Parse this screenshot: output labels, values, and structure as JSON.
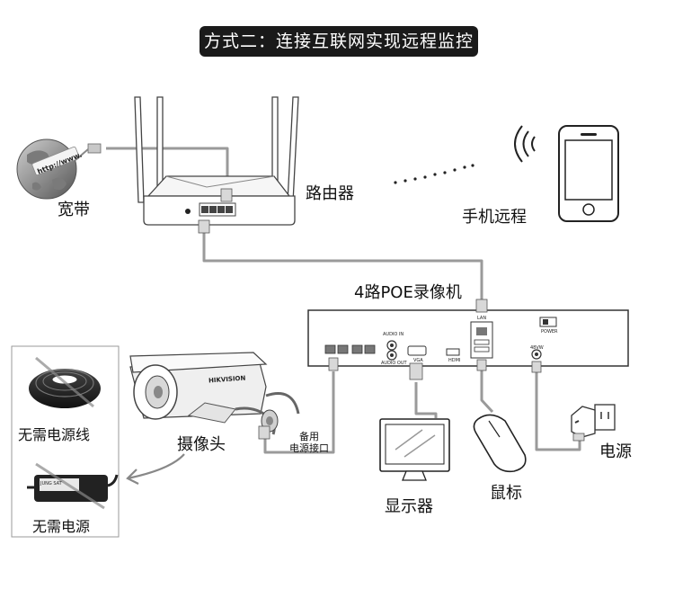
{
  "title": "方式二：连接互联网实现远程监控",
  "labels": {
    "broadband": "宽带",
    "router": "路由器",
    "mobile_remote": "手机远程",
    "nvr": "4路POE录像机",
    "no_power_cable": "无需电源线",
    "camera": "摄像头",
    "no_power_supply": "无需电源",
    "backup_line1": "备用",
    "backup_line2": "电源接口",
    "monitor": "显示器",
    "mouse": "鼠标",
    "power": "电源"
  },
  "device_text": {
    "globe_url": "http://www.",
    "camera_brand": "HIKVISION",
    "audio_in": "AUDIO IN",
    "audio_out": "AUDIO OUT",
    "vga": "VGA",
    "hdmi": "HDMI",
    "lan": "LAN",
    "power_switch": "POWER",
    "power_rating": "48VW",
    "adapter_brand": "JUNG SAT"
  },
  "colors": {
    "cable": "#9a9a9a",
    "cable_edge": "#7d7d7d",
    "title_bg": "#1a1a1a",
    "box_border": "#999999"
  },
  "icons": [
    "globe-icon",
    "router-icon",
    "wifi-icon",
    "phone-icon",
    "nvr-icon",
    "camera-icon",
    "cable-coil-icon",
    "power-adapter-icon",
    "monitor-icon",
    "mouse-icon",
    "wall-adapter-icon",
    "arrow-icon"
  ]
}
